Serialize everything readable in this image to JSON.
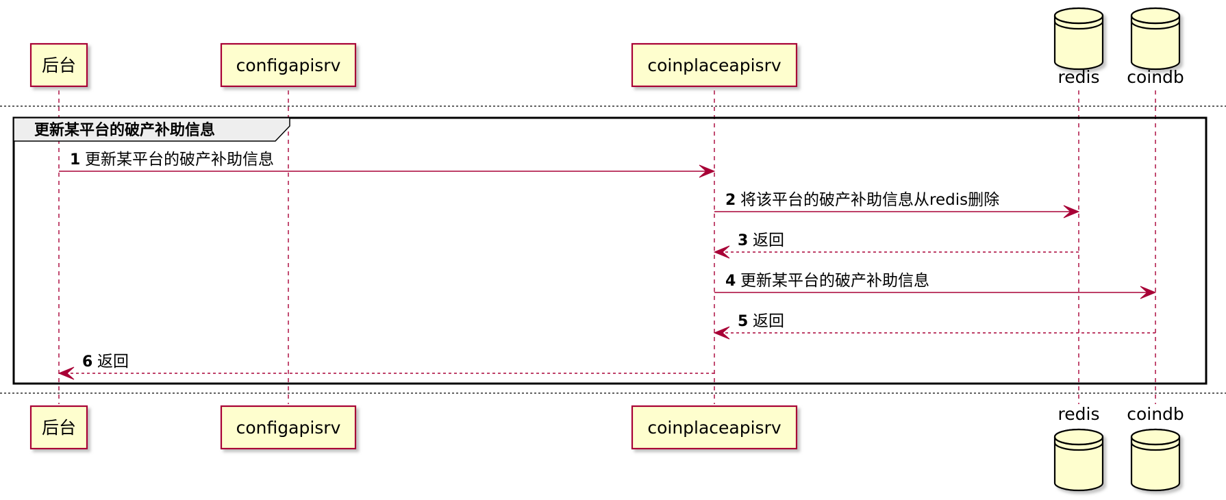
{
  "participants_top": [
    {
      "name": "后台",
      "kind": "box"
    },
    {
      "name": "configapisrv",
      "kind": "box"
    },
    {
      "name": "coinplaceapisrv",
      "kind": "box"
    },
    {
      "name": "redis",
      "kind": "database"
    },
    {
      "name": "coindb",
      "kind": "database"
    }
  ],
  "group": {
    "label": "更新某平台的破产补助信息"
  },
  "messages": [
    {
      "num": "1",
      "text": "更新某平台的破产补助信息",
      "from": "后台",
      "to": "coinplaceapisrv",
      "style": "solid"
    },
    {
      "num": "2",
      "text": "将该平台的破产补助信息从redis删除",
      "from": "coinplaceapisrv",
      "to": "redis",
      "style": "solid"
    },
    {
      "num": "3",
      "text": "返回",
      "from": "redis",
      "to": "coinplaceapisrv",
      "style": "dashed"
    },
    {
      "num": "4",
      "text": "更新某平台的破产补助信息",
      "from": "coinplaceapisrv",
      "to": "coindb",
      "style": "solid"
    },
    {
      "num": "5",
      "text": "返回",
      "from": "coindb",
      "to": "coinplaceapisrv",
      "style": "dashed"
    },
    {
      "num": "6",
      "text": "返回",
      "from": "coinplaceapisrv",
      "to": "后台",
      "style": "dashed"
    }
  ],
  "colors": {
    "participant_fill": "#fefece",
    "participant_border": "#a80036",
    "lifeline": "#a80036",
    "arrow": "#a80036",
    "frame": "#000000",
    "group_tab_fill": "#eeeeee",
    "shadow": "#c8c8c8"
  }
}
